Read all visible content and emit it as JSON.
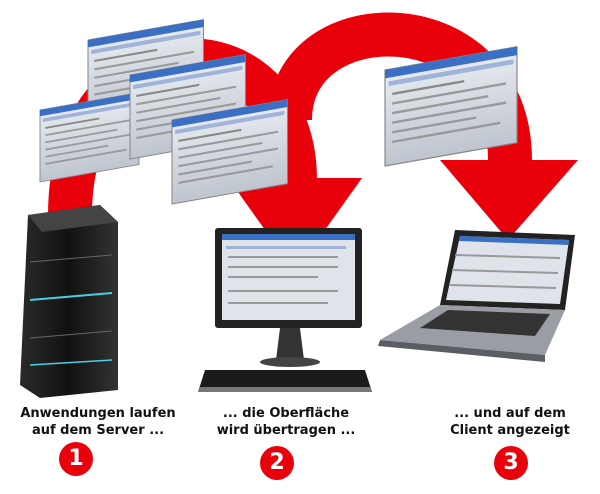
{
  "steps": [
    {
      "number": "1",
      "line1": "Anwendungen laufen",
      "line2": "auf dem Server ..."
    },
    {
      "number": "2",
      "line1": "... die Oberfläche",
      "line2": "wird übertragen ..."
    },
    {
      "number": "3",
      "line1": "... und auf dem",
      "line2": "Client angezeigt"
    }
  ],
  "colors": {
    "arrow": "#e8000b",
    "badge": "#e8000b",
    "window_title": "#3a6fc4"
  }
}
